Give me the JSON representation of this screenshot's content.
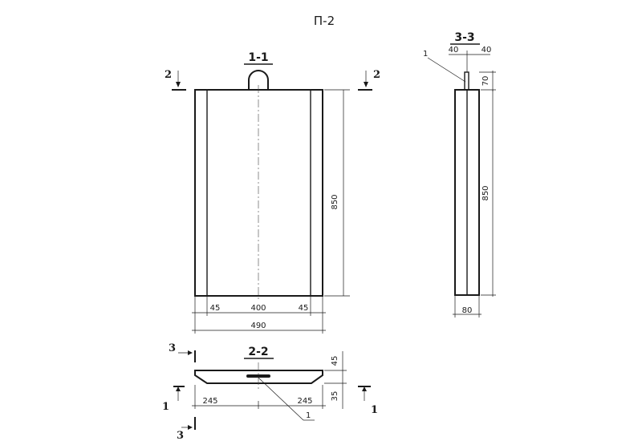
{
  "title": "П-2",
  "views": {
    "front": {
      "section_label": "1-1",
      "cut_mark_left": "2",
      "cut_mark_right": "2",
      "dim_height": "850",
      "dim_left_strip": "45",
      "dim_middle": "400",
      "dim_right_strip": "45",
      "dim_total_width": "490"
    },
    "side": {
      "section_label": "3-3",
      "position_label": "1",
      "dim_top_left": "40",
      "dim_top_right": "40",
      "dim_loop": "70",
      "dim_height": "850",
      "dim_width": "80"
    },
    "plan": {
      "section_label": "2-2",
      "cut_mark_top": "3",
      "cut_mark_bottom": "3",
      "cut_mark_left": "1",
      "cut_mark_right": "1",
      "dim_left_half": "245",
      "dim_right_half": "245",
      "dim_top_thickness": "45",
      "dim_bottom_thickness": "35",
      "position_label": "1"
    }
  }
}
